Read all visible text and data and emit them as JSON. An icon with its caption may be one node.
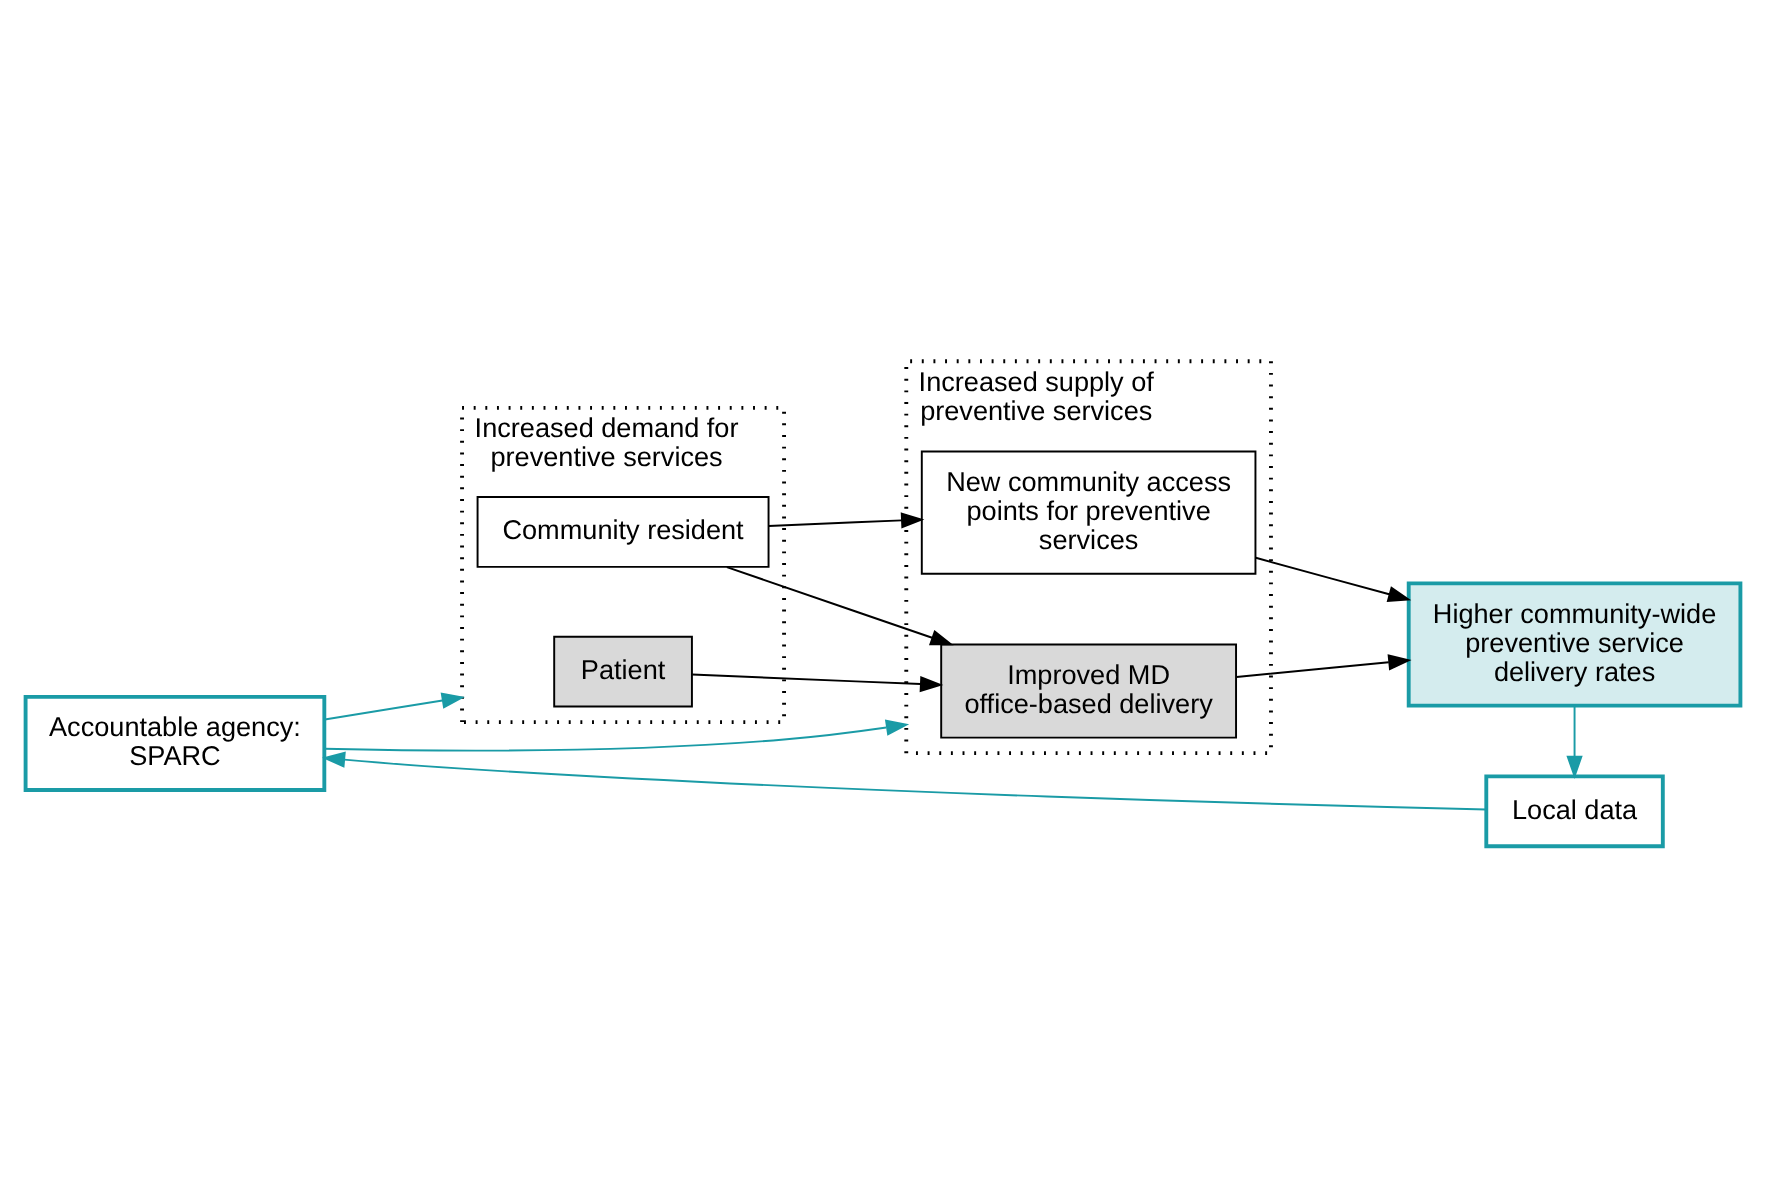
{
  "diagram": {
    "nodes": [
      {
        "text": [
          "Accountable agency: SPARC"
        ]
      },
      {
        "text": [
          "Local data"
        ]
      },
      {
        "text": [
          "Increased demand for preventive services"
        ]
      },
      {
        "text": [
          "Patient"
        ],
        "in": 2
      },
      {
        "text": [
          "Community resident"
        ],
        "in": 2
      },
      {
        "text": [
          "Increased supply of preventive services"
        ]
      },
      {
        "text": [
          "Improved MD office-based delivery"
        ],
        "in": 5
      },
      {
        "text": [
          "New community access points for preventive services"
        ],
        "in": 5
      },
      {
        "text": [
          "Higher community-wide preventive service delivery rates"
        ]
      }
    ],
    "edges": [
      {
        "from": 0,
        "to": 2,
        "arrow": "to",
        "color": "#1a9ba6"
      },
      {
        "from": 0,
        "to": 5,
        "arrow": "to",
        "color": "#1a9ba6"
      },
      {
        "from": 8,
        "to": 1,
        "arrow": "to",
        "color": "#1a9ba6"
      },
      {
        "from": 1,
        "to": 0,
        "arrow": "to",
        "color": "#1a9ba6"
      },
      {
        "from": 3,
        "to": 6,
        "arrow": "to"
      },
      {
        "from": 4,
        "to": 6,
        "arrow": "to"
      },
      {
        "from": 4,
        "to": 7,
        "arrow": "to"
      },
      {
        "from": 6,
        "to": 8,
        "arrow": "to"
      },
      {
        "from": 7,
        "to": 8,
        "arrow": "to"
      }
    ]
  }
}
